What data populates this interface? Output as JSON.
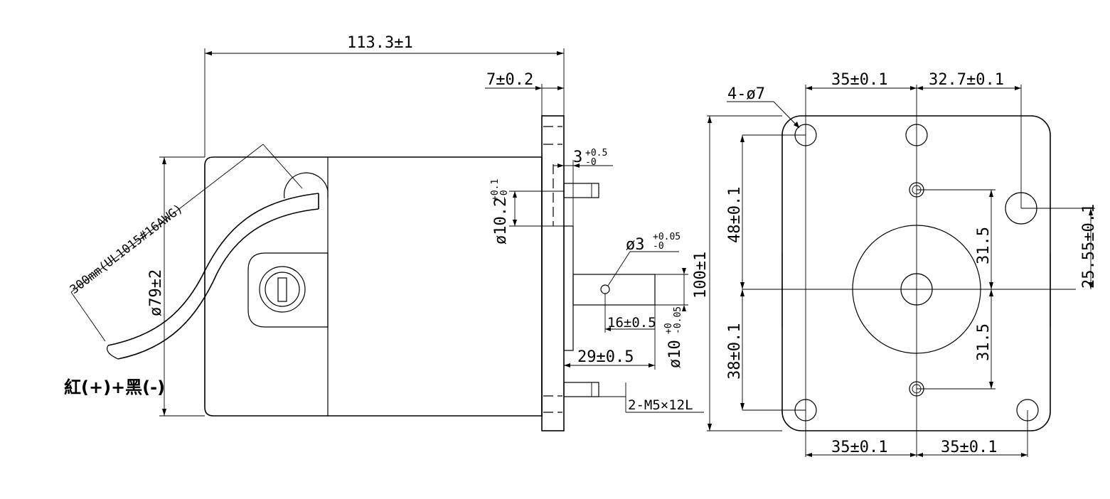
{
  "side_view": {
    "overall_length": "113.3±1",
    "flange_thickness": "7±0.2",
    "pilot_height": "3",
    "pilot_height_tol_upper": "+0.5",
    "pilot_height_tol_lower": "-0",
    "pilot_diameter": "ø10.2",
    "pilot_diameter_tol_upper": "+0.1",
    "pilot_diameter_tol_lower": "-0",
    "body_diameter": "ø79±2",
    "cable_spec": "300mm(UL1015#16AWG)",
    "wire_colors": "紅(+)+黑(-)",
    "pin_hole": "ø3",
    "pin_hole_tol_upper": "+0.05",
    "pin_hole_tol_lower": "-0",
    "pin_hole_position": "16±0.5",
    "shaft_length": "29±0.5",
    "shaft_diameter": "ø10",
    "shaft_diameter_tol_upper": "+0",
    "shaft_diameter_tol_lower": "-0.05",
    "screw_spec": "2-M5×12L"
  },
  "front_view": {
    "mount_holes": "4-ø7",
    "top_left_spacing": "35±0.1",
    "top_right_spacing": "32.7±0.1",
    "upper_vertical": "48±0.1",
    "lower_vertical": "38±0.1",
    "flange_height": "100±1",
    "upper_screw_offset": "31.5",
    "lower_screw_offset": "31.5",
    "right_hole_offset": "25.55±0.1",
    "bottom_left_spacing": "35±0.1",
    "bottom_right_spacing": "35±0.1"
  }
}
